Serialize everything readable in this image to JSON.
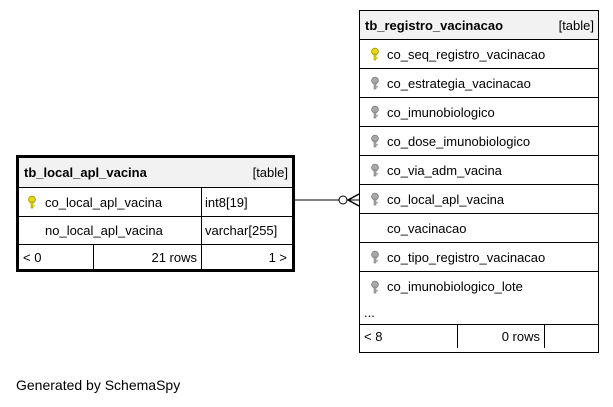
{
  "left_table": {
    "name": "tb_local_apl_vacina",
    "kind": "[table]",
    "columns": [
      {
        "name": "co_local_apl_vacina",
        "type": "int8[19]",
        "key": "primary"
      },
      {
        "name": "no_local_apl_vacina",
        "type": "varchar[255]",
        "key": "none"
      }
    ],
    "footer": {
      "parents": "< 0",
      "rows": "21 rows",
      "children": "1 >"
    }
  },
  "right_table": {
    "name": "tb_registro_vacinacao",
    "kind": "[table]",
    "columns": [
      {
        "name": "co_seq_registro_vacinacao",
        "key": "primary"
      },
      {
        "name": "co_estrategia_vacinacao",
        "key": "foreign"
      },
      {
        "name": "co_imunobiologico",
        "key": "foreign"
      },
      {
        "name": "co_dose_imunobiologico",
        "key": "foreign"
      },
      {
        "name": "co_via_adm_vacina",
        "key": "foreign"
      },
      {
        "name": "co_local_apl_vacina",
        "key": "foreign"
      },
      {
        "name": "co_vacinacao",
        "key": "none"
      },
      {
        "name": "co_tipo_registro_vacinacao",
        "key": "foreign"
      },
      {
        "name": "co_imunobiologico_lote",
        "key": "foreign"
      }
    ],
    "ellipsis": "...",
    "footer": {
      "parents": "< 8",
      "rows": "0 rows",
      "children": ""
    }
  },
  "generated_by": "Generated by SchemaSpy",
  "colors": {
    "primary_key": "#e8d800",
    "foreign_key": "#a8a8a8",
    "header_bg": "#f2f2f2"
  },
  "icons": {
    "primary": "primary-key-icon",
    "foreign": "foreign-key-icon"
  }
}
